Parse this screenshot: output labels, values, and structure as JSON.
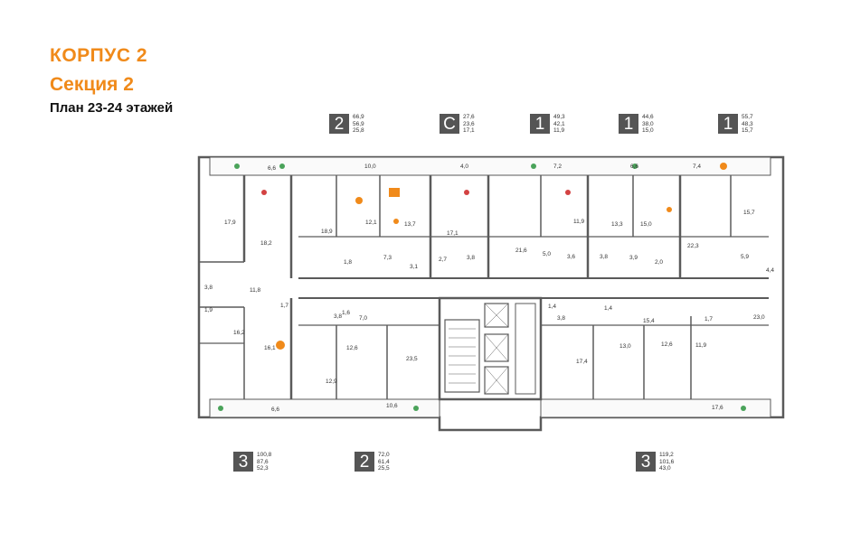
{
  "header": {
    "building": "КОРПУС 2",
    "section": "Секция 2",
    "plan": "План 23-24 этажей"
  },
  "apartments_top": [
    {
      "type": "2",
      "areas": [
        "66,9",
        "56,9",
        "25,8"
      ]
    },
    {
      "type": "С",
      "areas": [
        "27,6",
        "23,6",
        "17,1"
      ]
    },
    {
      "type": "1",
      "areas": [
        "49,3",
        "42,1",
        "11,9"
      ]
    },
    {
      "type": "1",
      "areas": [
        "44,6",
        "38,0",
        "15,0"
      ]
    },
    {
      "type": "1",
      "areas": [
        "55,7",
        "48,3",
        "15,7"
      ]
    }
  ],
  "apartments_bottom": [
    {
      "type": "3",
      "areas": [
        "100,8",
        "87,6",
        "52,3"
      ]
    },
    {
      "type": "2",
      "areas": [
        "72,0",
        "61,4",
        "25,5"
      ]
    },
    {
      "type": "3",
      "areas": [
        "119,2",
        "101,6",
        "43,0"
      ]
    }
  ],
  "room_labels": [
    "6,6",
    "10,0",
    "4,0",
    "7,2",
    "6,6",
    "7,4",
    "17,9",
    "18,2",
    "18,9",
    "12,1",
    "13,7",
    "17,1",
    "21,6",
    "11,9",
    "13,3",
    "15,0",
    "22,3",
    "15,7",
    "1,8",
    "7,3",
    "3,1",
    "2,7",
    "3,8",
    "5,0",
    "3,6",
    "3,8",
    "3,9",
    "2,0",
    "5,9",
    "4,4",
    "3,8",
    "1,9",
    "11,8",
    "1,7",
    "3,8",
    "1,6",
    "7,0",
    "1,4",
    "3,8",
    "15,4",
    "1,4",
    "1,7",
    "23,0",
    "16,2",
    "16,1",
    "12,6",
    "12,9",
    "23,5",
    "17,4",
    "13,0",
    "12,6",
    "11,9",
    "6,6",
    "10,6",
    "17,6"
  ],
  "colors": {
    "accent": "#f08a1a",
    "wall": "#5a5a5a",
    "badge": "#555555"
  }
}
